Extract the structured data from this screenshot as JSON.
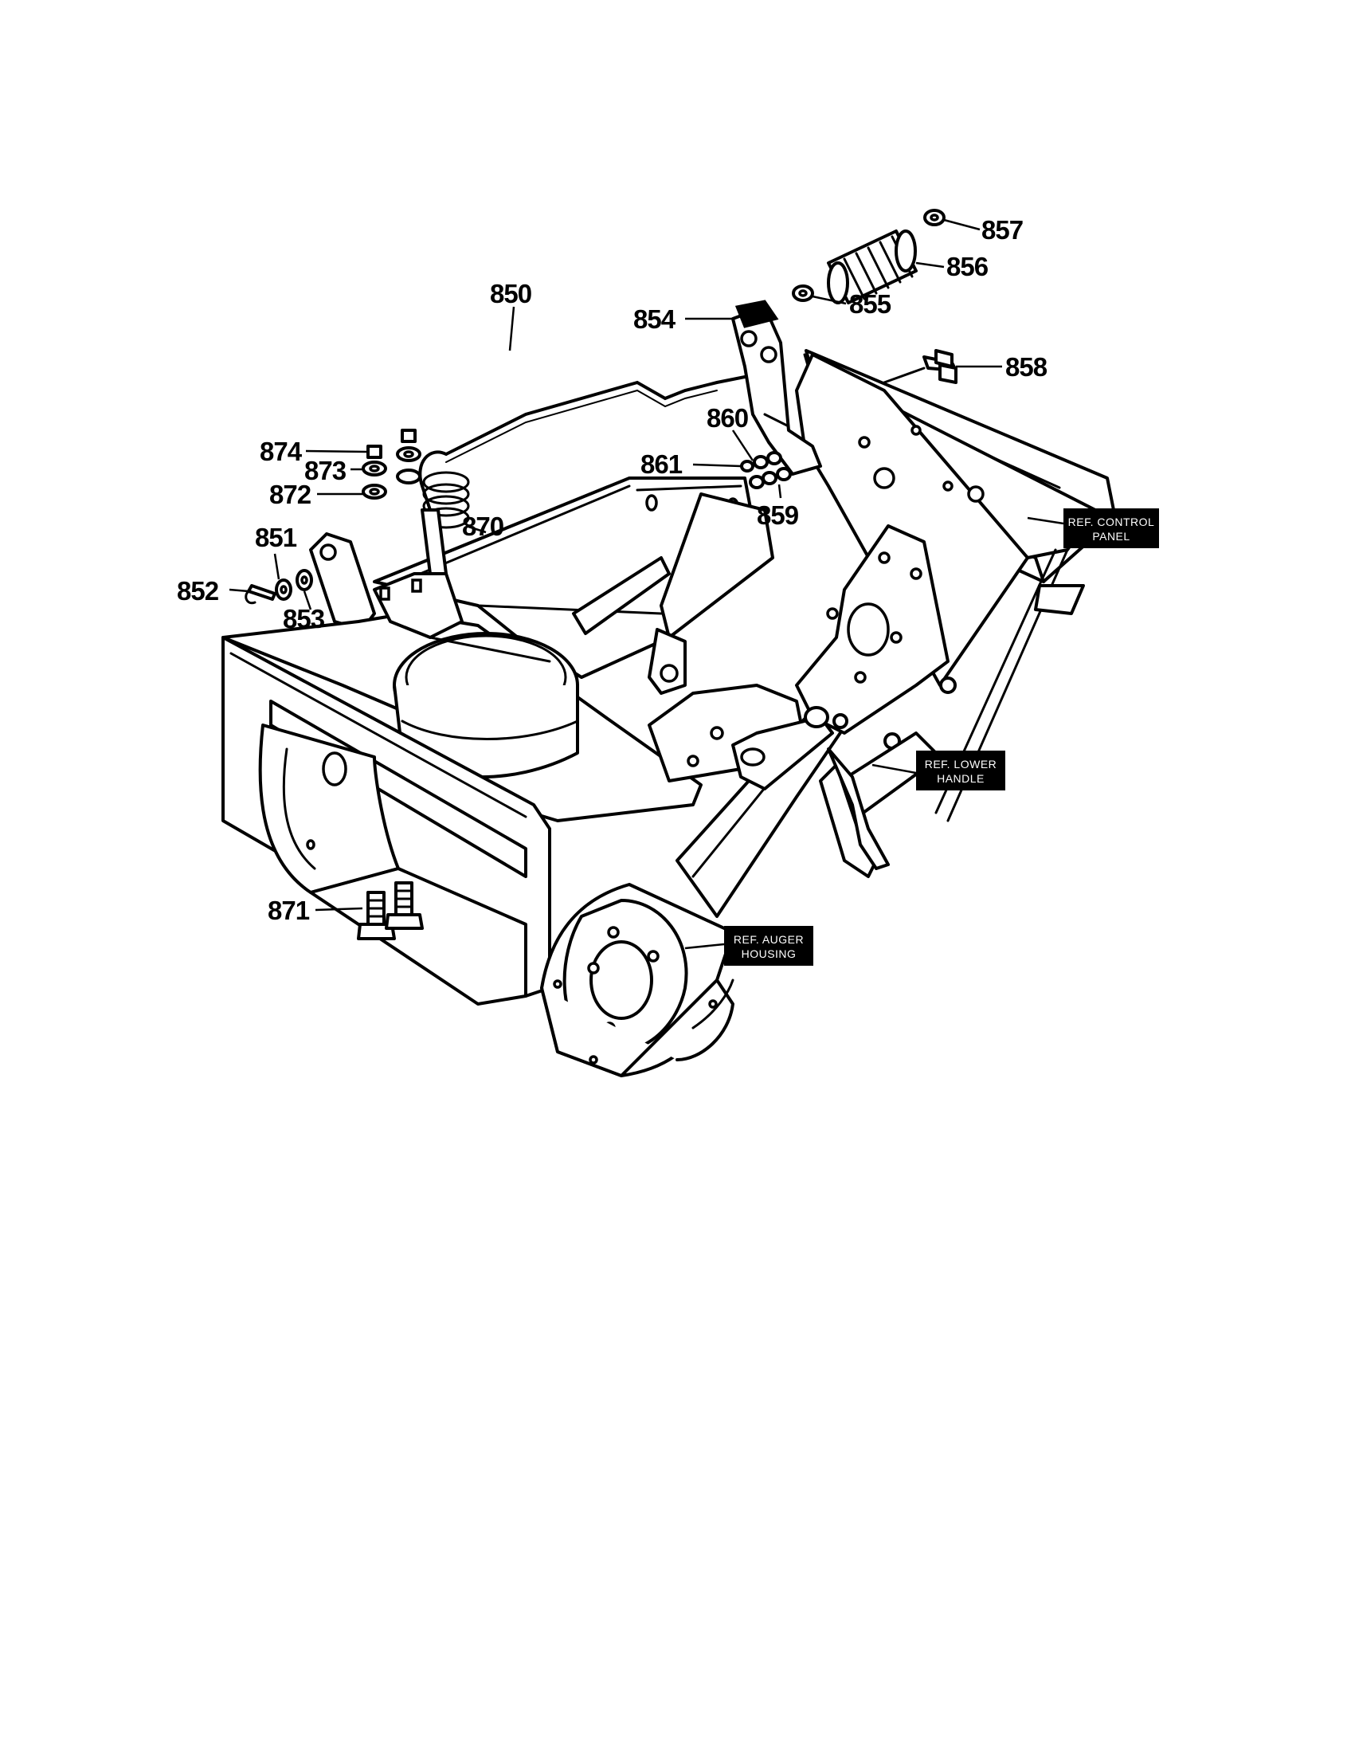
{
  "callouts": [
    {
      "id": "857",
      "text": "857"
    },
    {
      "id": "856",
      "text": "856"
    },
    {
      "id": "855",
      "text": "855"
    },
    {
      "id": "854",
      "text": "854"
    },
    {
      "id": "858",
      "text": "858"
    },
    {
      "id": "850",
      "text": "850"
    },
    {
      "id": "860",
      "text": "860"
    },
    {
      "id": "861",
      "text": "861"
    },
    {
      "id": "859",
      "text": "859"
    },
    {
      "id": "874",
      "text": "874"
    },
    {
      "id": "873",
      "text": "873"
    },
    {
      "id": "872",
      "text": "872"
    },
    {
      "id": "870",
      "text": "870"
    },
    {
      "id": "851",
      "text": "851"
    },
    {
      "id": "852",
      "text": "852"
    },
    {
      "id": "853",
      "text": "853"
    },
    {
      "id": "871",
      "text": "871"
    }
  ],
  "references": {
    "control_panel": {
      "line1": "REF. CONTROL",
      "line2": "PANEL"
    },
    "lower_handle": {
      "line1": "REF. LOWER",
      "line2": "HANDLE"
    },
    "auger_housing": {
      "line1": "REF. AUGER",
      "line2": "HOUSING"
    }
  },
  "colors": {
    "ink": "#000000",
    "paper": "#ffffff"
  }
}
